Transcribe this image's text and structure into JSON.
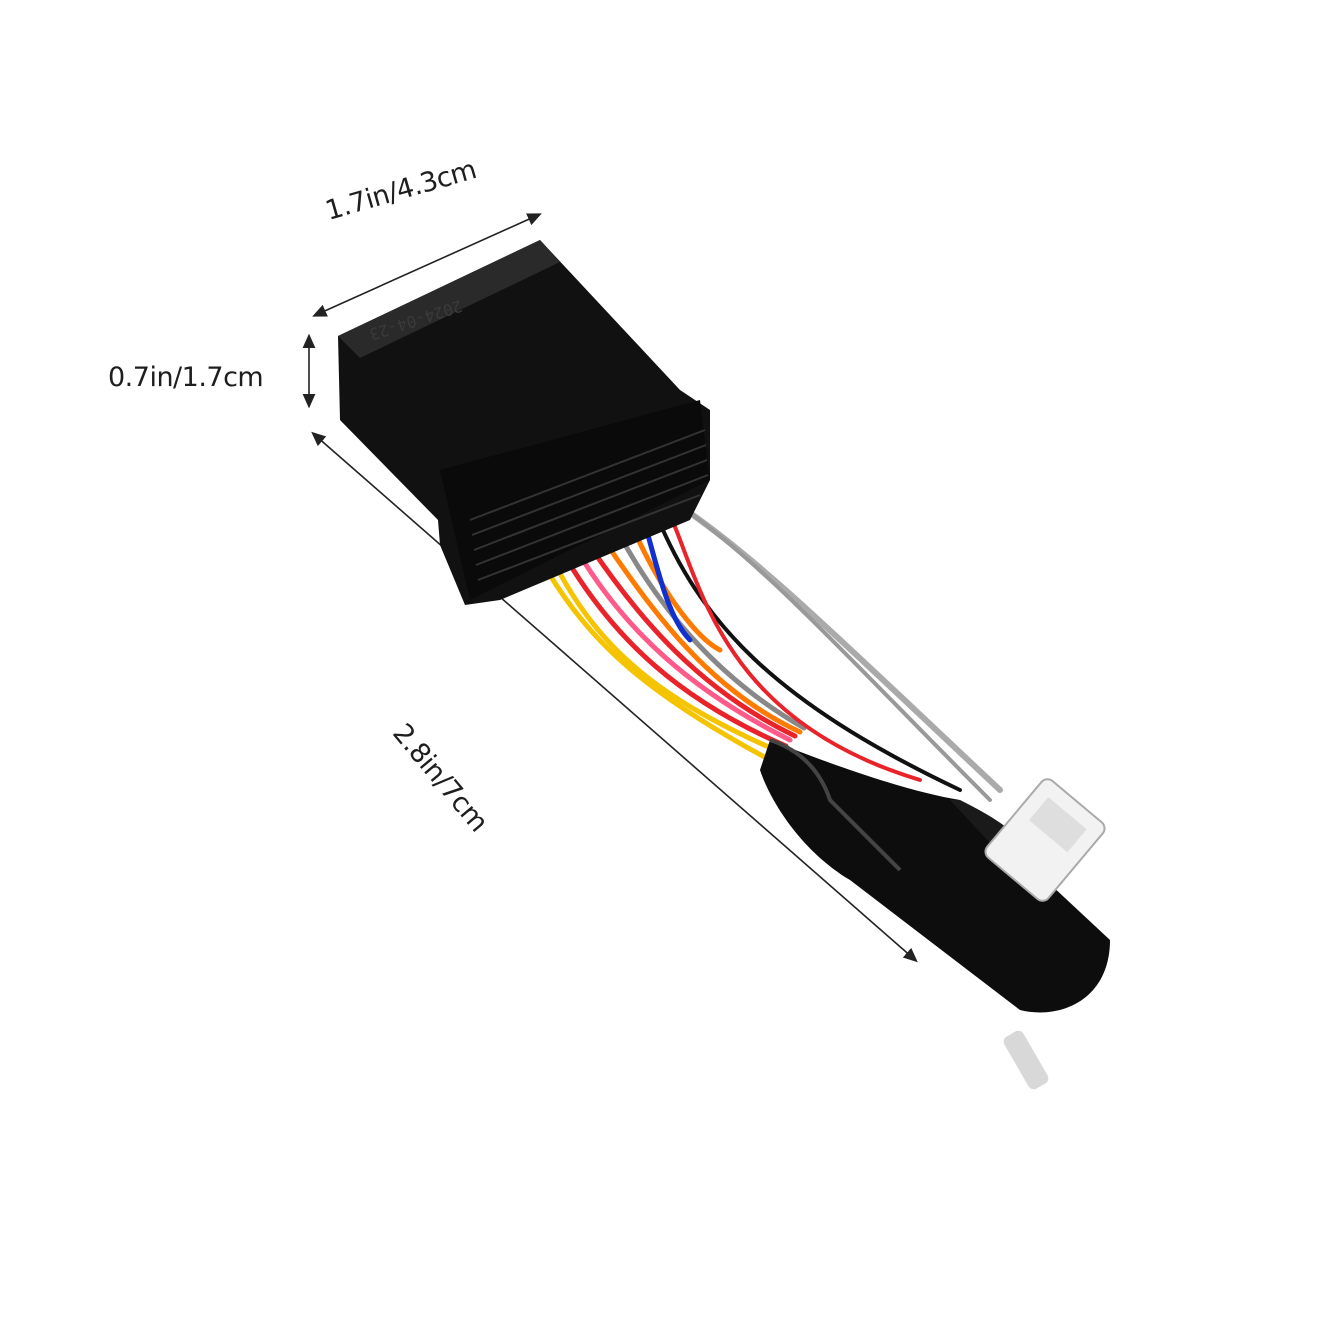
{
  "dimensions": {
    "width_label": "1.7in/4.3cm",
    "height_label": "0.7in/1.7cm",
    "length_label": "2.8in/7cm"
  },
  "product": {
    "date_stamp": "2024-04-23",
    "housing_color": "#111111",
    "wire_colors": [
      "#f5c400",
      "#f5c400",
      "#e8242a",
      "#ff5a8a",
      "#e8242a",
      "#ff7a00",
      "#888888",
      "#1030d0",
      "#111111",
      "#aaaaaa",
      "#e8242a"
    ]
  }
}
